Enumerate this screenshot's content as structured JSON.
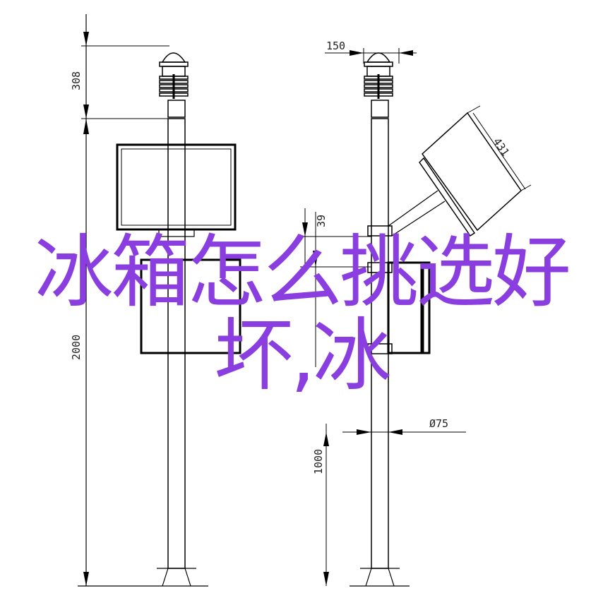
{
  "drawing": {
    "dimensions": {
      "sensor_height": "308",
      "total_height": "2000",
      "sensor_width": "150",
      "panel_length": "431",
      "box_spacing": "39",
      "pole_diameter": "Ø75",
      "lower_height": "1000"
    }
  },
  "overlay": {
    "line1": "冰箱怎么挑选好",
    "line2": "坏,冰",
    "color": "#8a3ee0"
  }
}
